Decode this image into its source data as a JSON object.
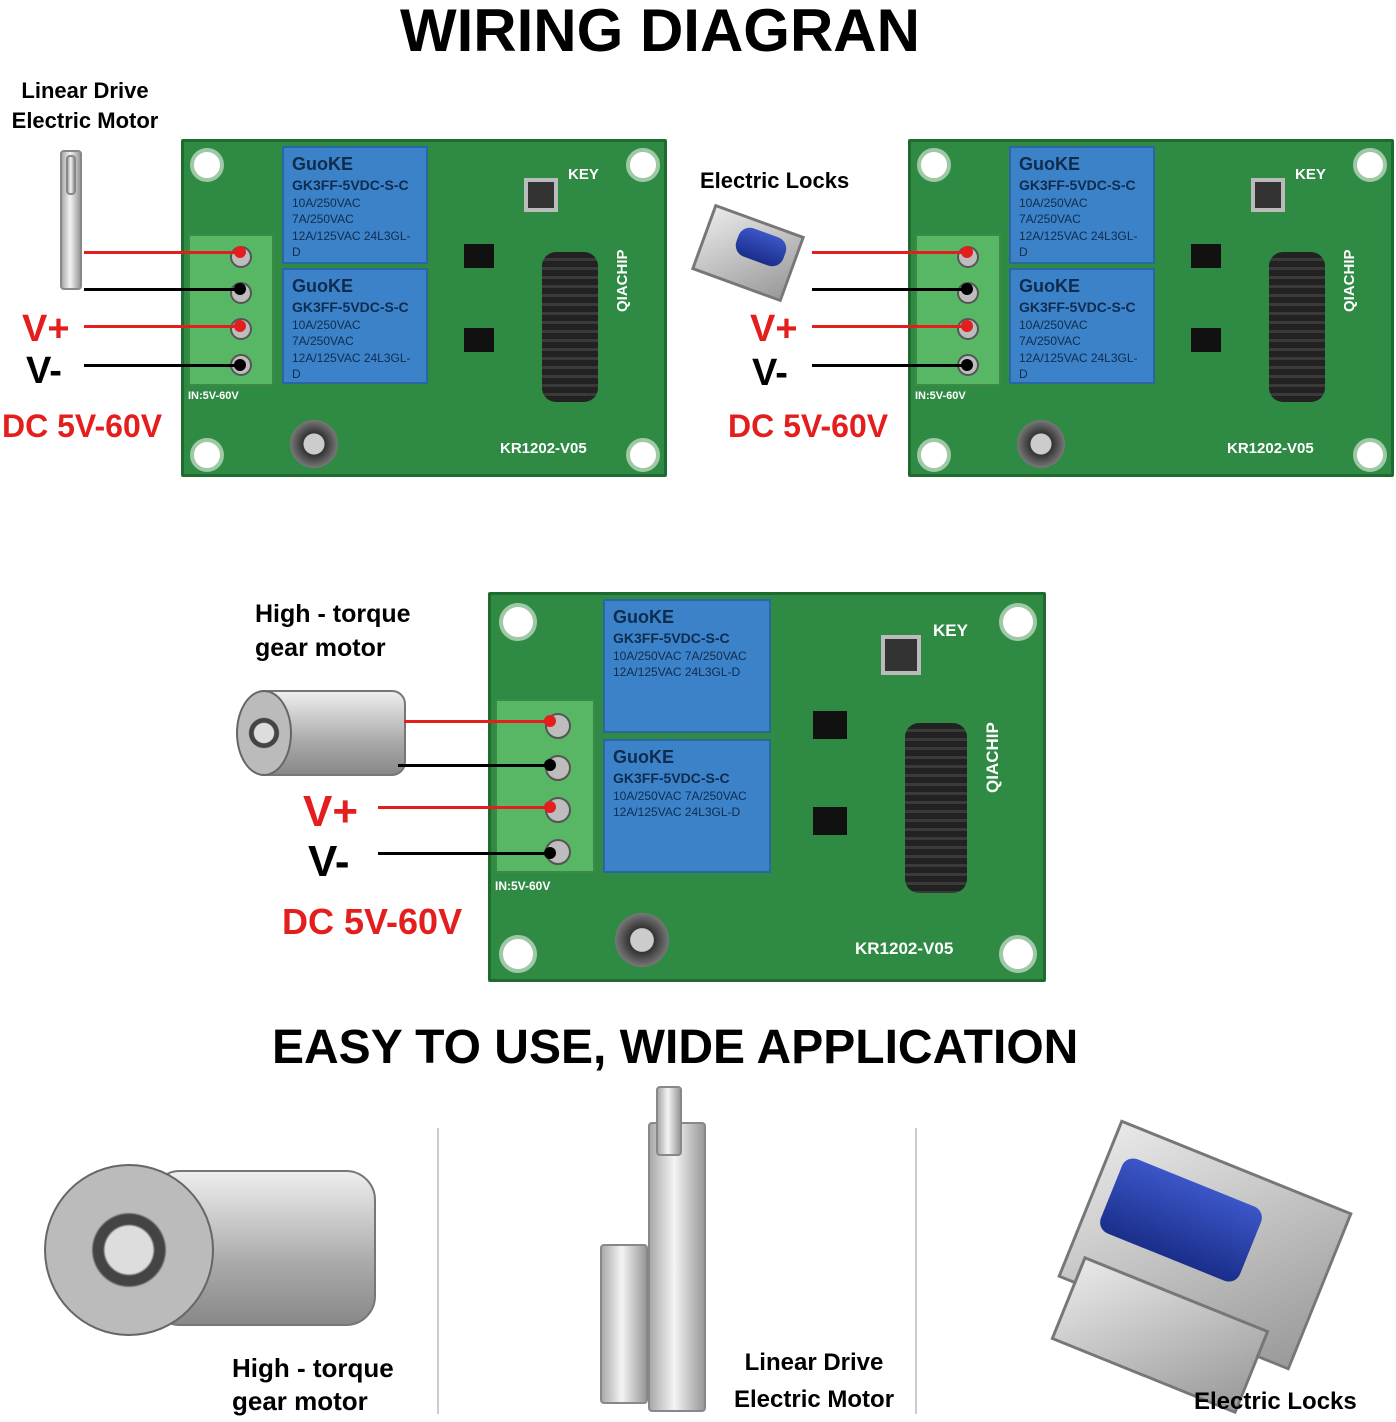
{
  "titles": {
    "wiring": "WIRING DIAGRAN",
    "easy": "EASY TO USE, WIDE APPLICATION"
  },
  "board": {
    "relay_brand": "GuoKE",
    "relay_model": "GK3FF-5VDC-S-C",
    "relay_spec_1": "10A/250VAC  7A/250VAC",
    "relay_spec_2": "12A/125VAC  24L3GL-D",
    "key_label": "KEY",
    "chip_label": "QIACHIP",
    "board_id": "KR1202-V05",
    "input_label": "IN:5V-60V"
  },
  "diagrams": [
    {
      "device": "Linear Drive\nElectric Motor",
      "vplus": "V+",
      "vminus": "V-",
      "dc": "DC 5V-60V"
    },
    {
      "device": "Electric Locks",
      "vplus": "V+",
      "vminus": "V-",
      "dc": "DC 5V-60V"
    },
    {
      "device": "High - torque\ngear motor",
      "vplus": "V+",
      "vminus": "V-",
      "dc": "DC 5V-60V"
    }
  ],
  "applications": [
    {
      "label": "High - torque\ngear motor"
    },
    {
      "label": "Linear Drive\nElectric Motor"
    },
    {
      "label": "Electric Locks"
    }
  ],
  "colors": {
    "red": "#e41d1d",
    "pcb_green": "#2f8a44",
    "relay_blue": "#3b82c8"
  }
}
